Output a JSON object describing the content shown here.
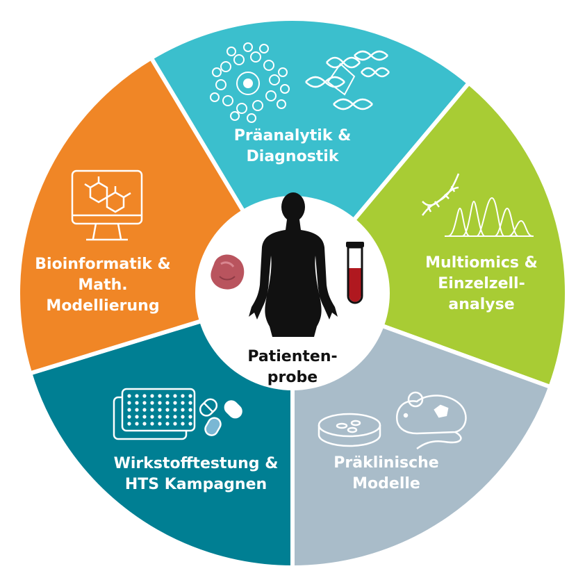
{
  "colors": {
    "teal_light": "#3bbfcd",
    "lime": "#a8cc34",
    "grey_blue": "#a9bcc9",
    "teal_dark": "#007f93",
    "orange": "#f08626",
    "center": "#ffffff",
    "text_dark": "#111111",
    "blood": "#b0181f",
    "tissue": "#b9545e"
  },
  "segments": [
    {
      "id": "praeanalytik",
      "lines": [
        "Präanalytik &",
        "Diagnostik"
      ],
      "icons": [
        "cells-icon",
        "dna-icon"
      ]
    },
    {
      "id": "multiomics",
      "lines": [
        "Multiomics &",
        "Einzelzell-",
        "analyse"
      ],
      "icons": [
        "dna-helix-icon",
        "sequencing-peaks-icon"
      ]
    },
    {
      "id": "praeklinisch",
      "lines": [
        "Präklinische",
        "Modelle"
      ],
      "icons": [
        "petri-dish-icon",
        "mouse-icon"
      ]
    },
    {
      "id": "wirkstoff",
      "lines": [
        "Wirkstofftestung &",
        "HTS Kampagnen"
      ],
      "icons": [
        "well-plate-icon",
        "capsule-icon"
      ]
    },
    {
      "id": "bioinformatik",
      "lines": [
        "Bioinformatik &",
        "Math.",
        "Modellierung"
      ],
      "icons": [
        "monitor-molecule-icon"
      ]
    }
  ],
  "center": {
    "lines": [
      "Patienten-",
      "probe"
    ],
    "icons": [
      "human-silhouette-icon",
      "tissue-sample-icon",
      "blood-tube-icon"
    ]
  }
}
